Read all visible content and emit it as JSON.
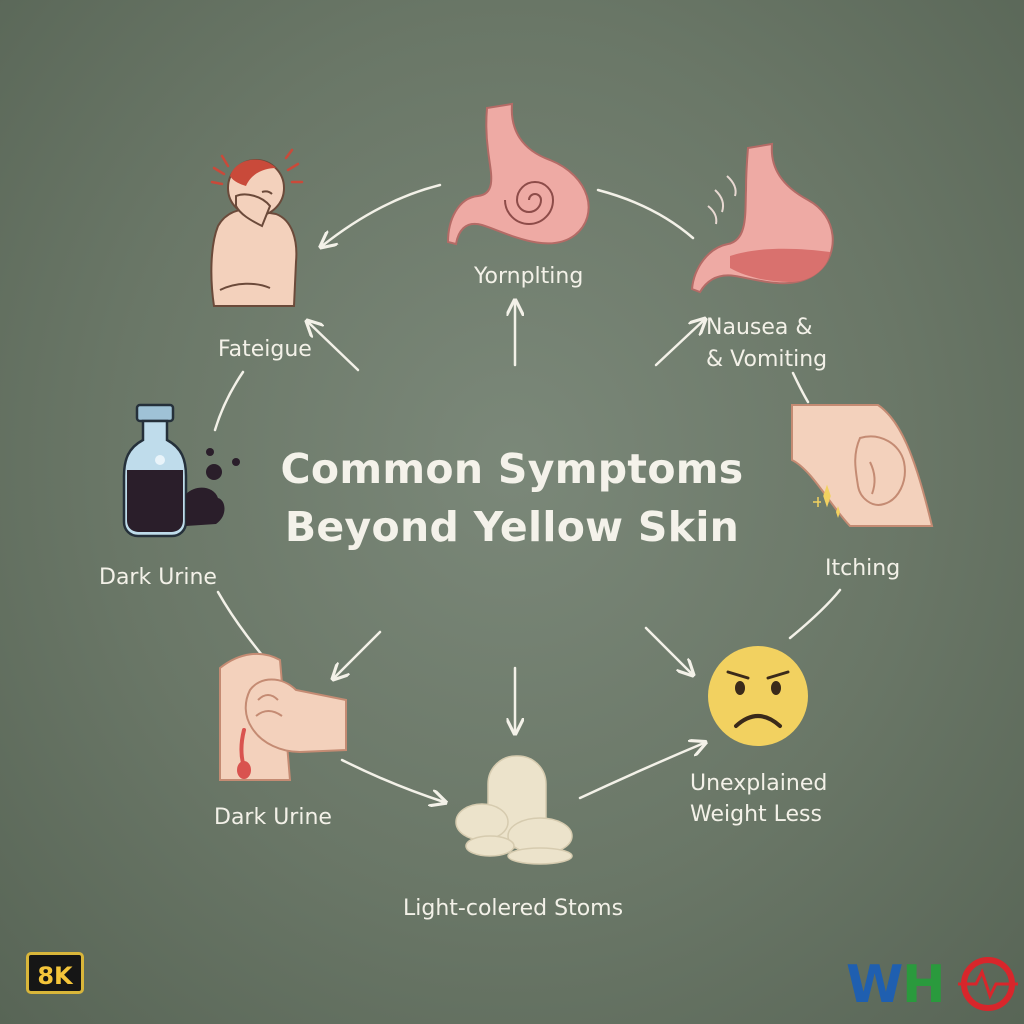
{
  "diagram": {
    "title_line1": "Common Symptoms",
    "title_line2": "Beyond Yellow Skin",
    "nodes": {
      "top": {
        "label": "Yornplting",
        "icon": "stomach-swirl-icon"
      },
      "top_right": {
        "label_line1": "Nausea &",
        "label_line2": "& Vomiting",
        "icon": "stomach-icon"
      },
      "right": {
        "label": "Itching",
        "icon": "scratching-hand-icon"
      },
      "bottom_right": {
        "label_line1": "Unexplained",
        "label_line2": "Weight Less",
        "icon": "sad-face-icon"
      },
      "bottom": {
        "label": "Light-colered Stoms",
        "icon": "pale-stool-icon"
      },
      "bottom_left": {
        "label": "Dark Urine",
        "icon": "scratching-skin-icon"
      },
      "left": {
        "label": "Dark Urine",
        "icon": "bottle-icon"
      },
      "top_left": {
        "label": "Fateigue",
        "icon": "tired-person-icon"
      }
    }
  },
  "badge": {
    "text": "8K"
  },
  "logo": {
    "text": "WHO"
  },
  "colors": {
    "background": "#6f7c6c",
    "text": "#f3f1e8",
    "stomach": "#eeaaa4",
    "skin": "#f3d1bc",
    "face": "#f2d160",
    "badge_gold": "#f4c53a",
    "logo_blue": "#1f5fb0",
    "logo_red": "#d8262b",
    "logo_green": "#2a9a3d"
  }
}
